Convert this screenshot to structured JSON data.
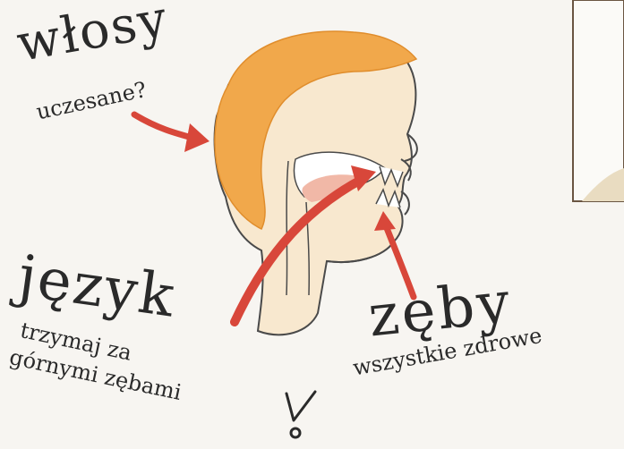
{
  "labels": {
    "hair_title": "włosy",
    "hair_note": "uczesane?",
    "tongue_title": "język",
    "tongue_note_line1": "trzymaj za",
    "tongue_note_line2": "górnymi zębami",
    "teeth_title": "zęby",
    "teeth_note": "wszystkie zdrowe"
  },
  "colors": {
    "hair": "#f1a84b",
    "skin": "#f8e8cf",
    "outline": "#4a4a4a",
    "arrow": "#d8473a",
    "mouth": "#f1b8a7"
  }
}
